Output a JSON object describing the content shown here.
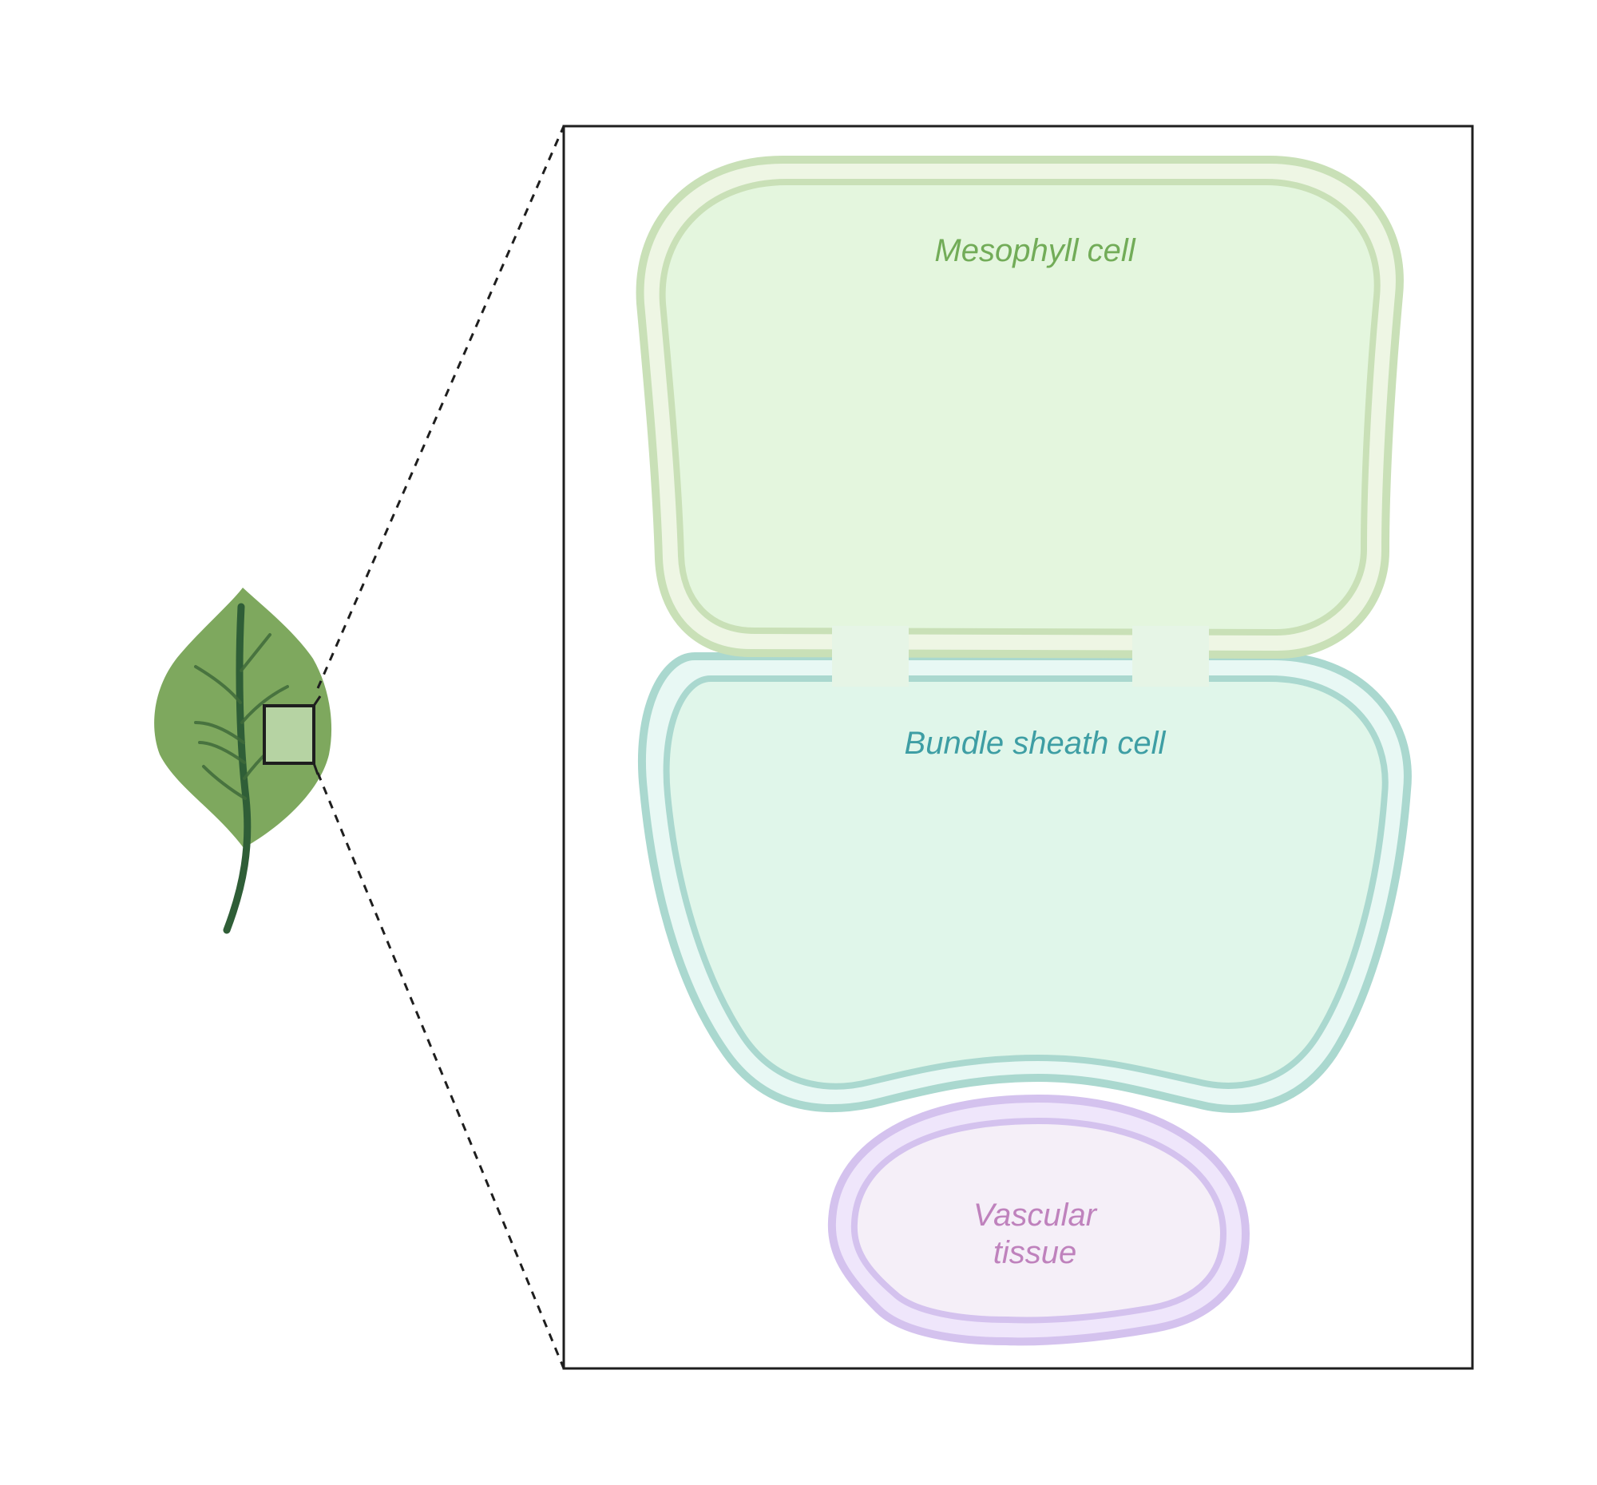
{
  "labels": {
    "mesophyll": "Mesophyll cell",
    "bundle_sheath": "Bundle sheath cell",
    "vascular_line1": "Vascular",
    "vascular_line2": "tissue"
  },
  "icons": {
    "leaf": "leaf-icon",
    "zoom_region": "zoom-region-marker"
  },
  "colors": {
    "leaf_fill": "#7ea85e",
    "leaf_vein": "#2f5e37",
    "mesophyll_fill": "#e4f6de",
    "mesophyll_wall": "#c9e0b7",
    "mesophyll_wall_light": "#eef6e4",
    "mesophyll_text": "#72ac58",
    "bundle_fill": "#e0f6ea",
    "bundle_wall": "#aad8cf",
    "bundle_wall_light": "#e8f8f4",
    "bundle_text": "#3e9ea4",
    "vascular_fill": "#f5eff8",
    "vascular_wall": "#d4c2ee",
    "vascular_wall_light": "#efe6fb",
    "vascular_text": "#bf82bd",
    "frame": "#1e1e1e"
  }
}
